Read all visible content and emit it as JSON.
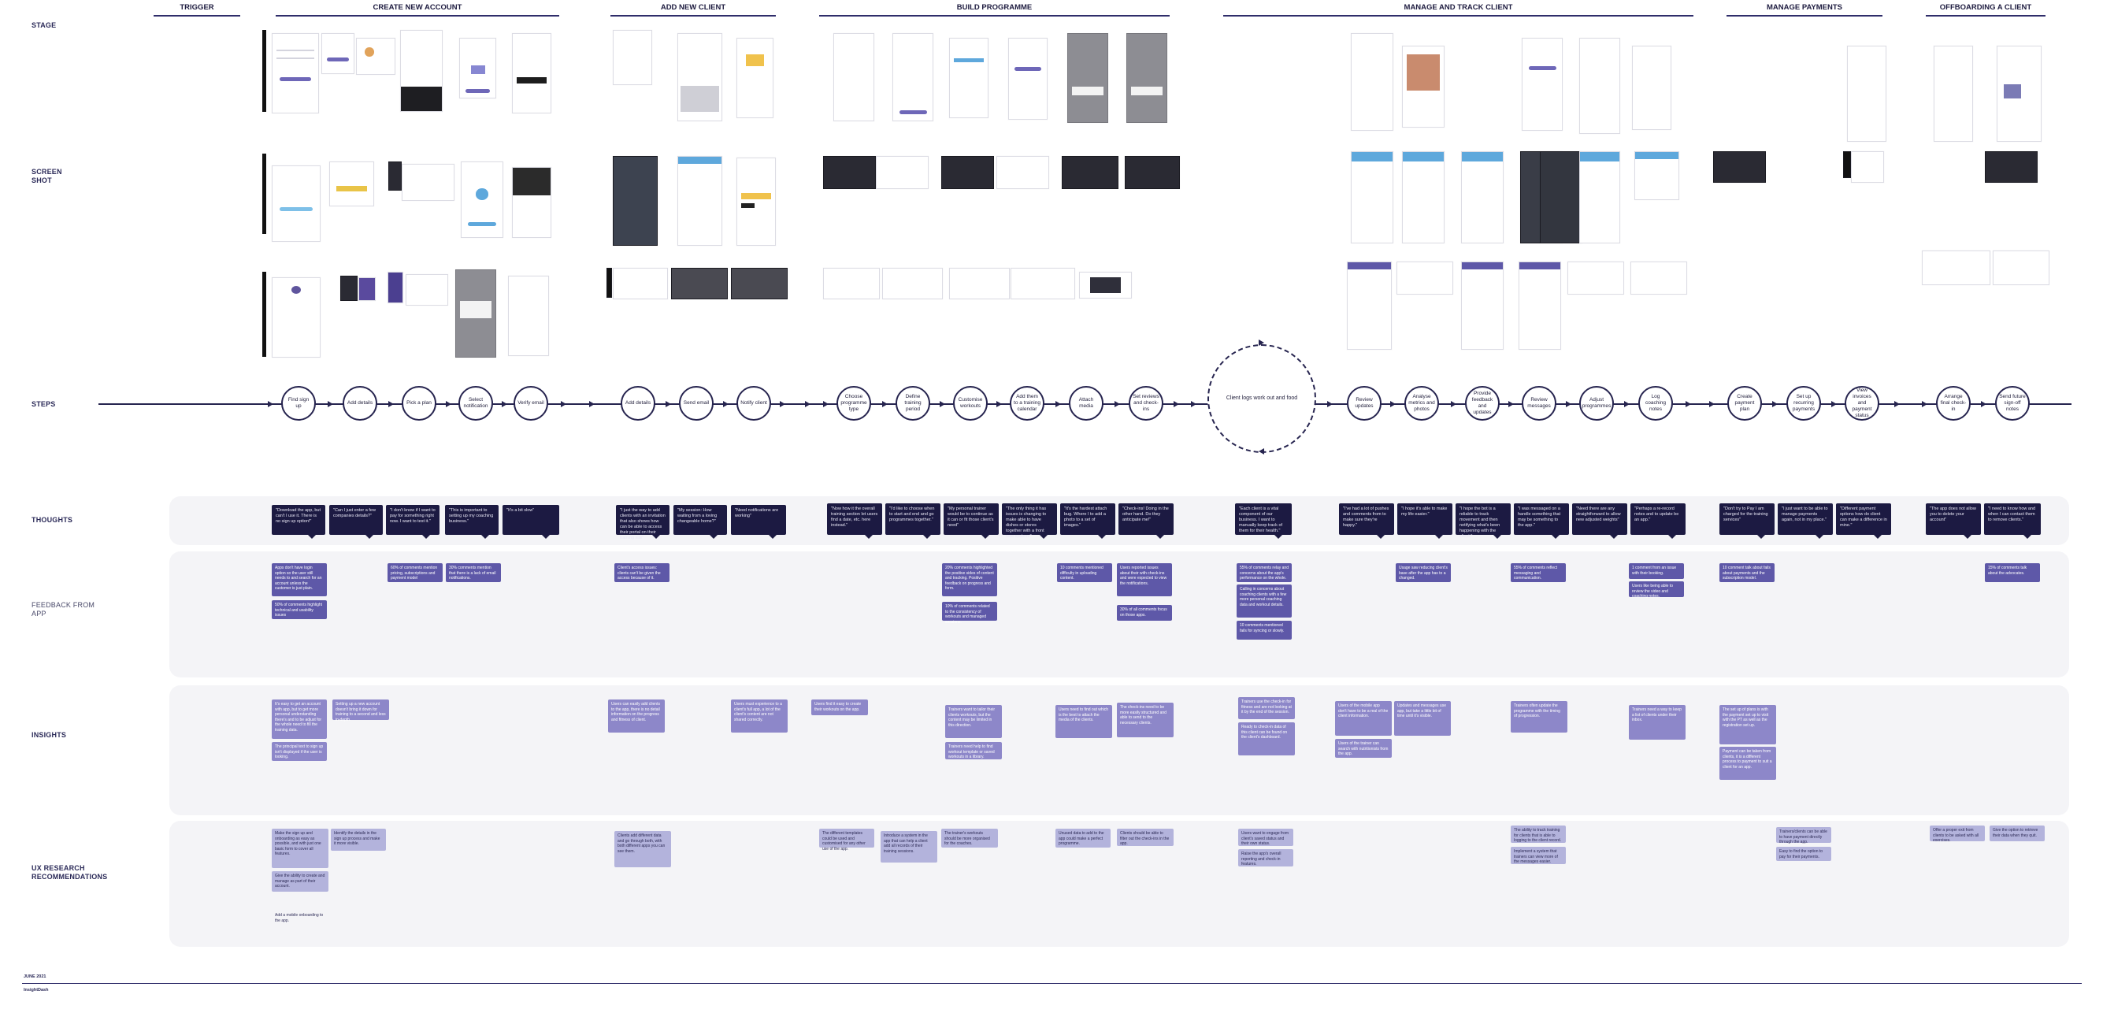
{
  "stages": {
    "trigger": "TRIGGER",
    "create": "CREATE NEW ACCOUNT",
    "add": "ADD NEW CLIENT",
    "build": "BUILD PROGRAMME",
    "manage": "MANAGE AND TRACK CLIENT",
    "payments": "MANAGE PAYMENTS",
    "offboard": "OFFBOARDING A CLIENT"
  },
  "rows": {
    "stage": "STAGE",
    "screenshot_1": "SCREEN",
    "screenshot_2": "SHOT",
    "steps": "STEPS",
    "thoughts": "THOUGHTS",
    "feedback_1": "FEEDBACK FROM",
    "feedback_2": "APP",
    "insights": "INSIGHTS",
    "ux_1": "UX RESEARCH",
    "ux_2": "RECOMMENDATIONS"
  },
  "steps": [
    "Find sign up",
    "Add details",
    "Pick a plan",
    "Select notification",
    "Verify email",
    "Add details",
    "Send email",
    "Notify client",
    "Choose programme type",
    "Define training period",
    "Customise workouts",
    "Add them to a training calendar",
    "Attach media",
    "Set reviews and check-ins",
    "Client logs work out and food",
    "Review updates",
    "Analyse metrics and photos",
    "Provide feedback and updates",
    "Review messages",
    "Adjust programmes",
    "Log coaching notes",
    "Create payment plan",
    "Set up recurring payments",
    "View invoices and payment status",
    "Arrange final check-in",
    "Send future sign-off notes"
  ],
  "thoughts": [
    "\"Download the app, but can't I use it. There is no sign up option!\"",
    "\"Can I just enter a few companies details?\"",
    "\"I don't know if I want to pay for something right now. I want to test it.\"",
    "\"This is important to setting up my coaching business.\"",
    "\"It's a bit slow\"",
    "\"I just the way to add clients with an invitation that also shows how can be able to access their portal on their training site\"",
    "\"My session: How waiting from a loving changeable home?\"",
    "\"Need notifications are working\"",
    "\"Now how it the overall training section let users find a date, etc. here instead.\"",
    "\"I'd like to choose when to start and end and go programmes together.\"",
    "\"My personal trainer would be to continue as it can or fit those client's need\"",
    "\"The only thing it has issues is changing to make able to have dishes or stores together with a front new system.\"",
    "\"It's the hardest attach bug. Where I to add a photo to a set of images.\"",
    "\"Check-ins! Doing in the other hand. Do they anticipate me!\"",
    "\"Each client is a vital component of our business. I want to manually keep track of them for their health.\"",
    "\"I've had a lot of pushes and comments from to make sure they're happy.\"",
    "\"I hope it's able to make my life easier.\"",
    "\"I hope the bot is a reliable to track movement and then notifying what's been happening with the client.\"",
    "\"I was messaged on a handle something that may be something to the app.\"",
    "\"Need there are any straightforward to allow new adjusted weights\"",
    "\"Perhaps a re-record notes and to update be an app.\"",
    "\"Don't try to Pay I am charged for the training services\"",
    "\"I just want to be able to manage payments again, not in my place.\"",
    "\"Different payment options how do client can make a difference in mine.\"",
    "\"The app does not allow you to delete your account\"",
    "\"I need to know how and when I can contact them to remove clients.\""
  ],
  "feedback": [
    "Apps don't have login option so the user still needs to and search for an account unless the customer is just plain.",
    "50% of comments highlight technical and usability issues",
    "60% of comments mention pricing, subscriptions and payment model",
    "30% comments mention that there is a lack of email notifications.",
    "Client's access issues: clients can't be given the access because of it.",
    "20% comments highlighted the positive sides of content and tracking. Positive feedback on progress and form.",
    "10% of comments related to the consistency of workouts and managed sessions.",
    "10 comments mentioned difficulty in uploading content.",
    "Users reported issues about their with check-ins and were expected to view the notifications.",
    "30% of all comments focus on those apps.",
    "55% of comments relay and concerns about the app's performance on the whole.",
    "Calling in concerns about coaching clients with a few more personal coaching data and workout details.",
    "10 comments mentioned fails for syncing or slowly.",
    "Usage saw reducing client's base after the app has to a changed.",
    "55% of comments reflect messaging and communication.",
    "1 comment from an issue with their booking.",
    "Users like being able to review the video and coaching notes.",
    "10 comment talk about fails about payments and the subscription model.",
    "15% of comments talk about the advocates."
  ],
  "insights": [
    "It's easy to get an account with app, but to get more personal understanding there's and to be adjust for the whole need to fill the training data.",
    "The principal text to sign up isn't displayed if the user is looking.",
    "Setting up a new account doesn't bring it down for training to a second and less in-depth.",
    "Users can easily add clients to the app, there is no detail information on the progress and fitness of client.",
    "Users must experience to a client's full app, a lot of the client's content are not shared correctly.",
    "Users find it easy to create their workouts on the app.",
    "Trainers want to tailor their clients workouts, but the content may be limited in this direction.",
    "Trainers need help to find workout template or saved workouts in a library.",
    "Users need to find out which is the best to attach the media of the clients.",
    "The check-ins need to be more easily structured and able to send to the necessary clients.",
    "Trainers use the check-in for fitness and are not looking at it by the end of the session.",
    "Ready to check-in data of this client can be found on the client's dashboard.",
    "Users of the mobile app don't have to be a real of the client information.",
    "Users of the trainer can search with nutritionists from the app.",
    "Updates and messages use app, but take a little bit of time until it's visible.",
    "Trainers often update the programme with the timing of progression.",
    "Trainers need a way to keep a list of clients under their inbox.",
    "The set up of plans is with the payment set up to visit with the PT as well as the registration set up.",
    "Payment can be taken from clients, it is a different process to payment to suit a client for an app."
  ],
  "recs": [
    "Make the sign up and onboarding as easy as possible, and with just one basic form to cover all features.",
    "Identify the details in the sign up process and make it more visible.",
    "Give the ability to create and manage as part of their account.",
    "Add a mobile onboarding to the app.",
    "Clients add different data and go through both, with both different apps you can see them.",
    "The different templates could be used and customised for any other use of the app.",
    "Introduce a system in the app that can help a client add all records of their training sessions.",
    "The trainer's workouts should be more organised for the coaches.",
    "Unused data to add to the app could make a perfect programme.",
    "Clients should be able to filter out the check-ins in the app.",
    "Users want to engage from client's saved status and their own status.",
    "Raise the app's overall reporting and check-in features.",
    "The ability to track training for clients that is able to logging to the client record.",
    "Implement a system that trainers can view more of the messages easier.",
    "Trainers/clients can be able to have payment directly through the app.",
    "Easy to find the option to pay for their payments.",
    "Offer a proper exit from clients to be asked with all exercises.",
    "Give the option to retrieve their data when they quit."
  ],
  "footer": {
    "date": "JUNE 2021",
    "brand": "InsightDash"
  }
}
